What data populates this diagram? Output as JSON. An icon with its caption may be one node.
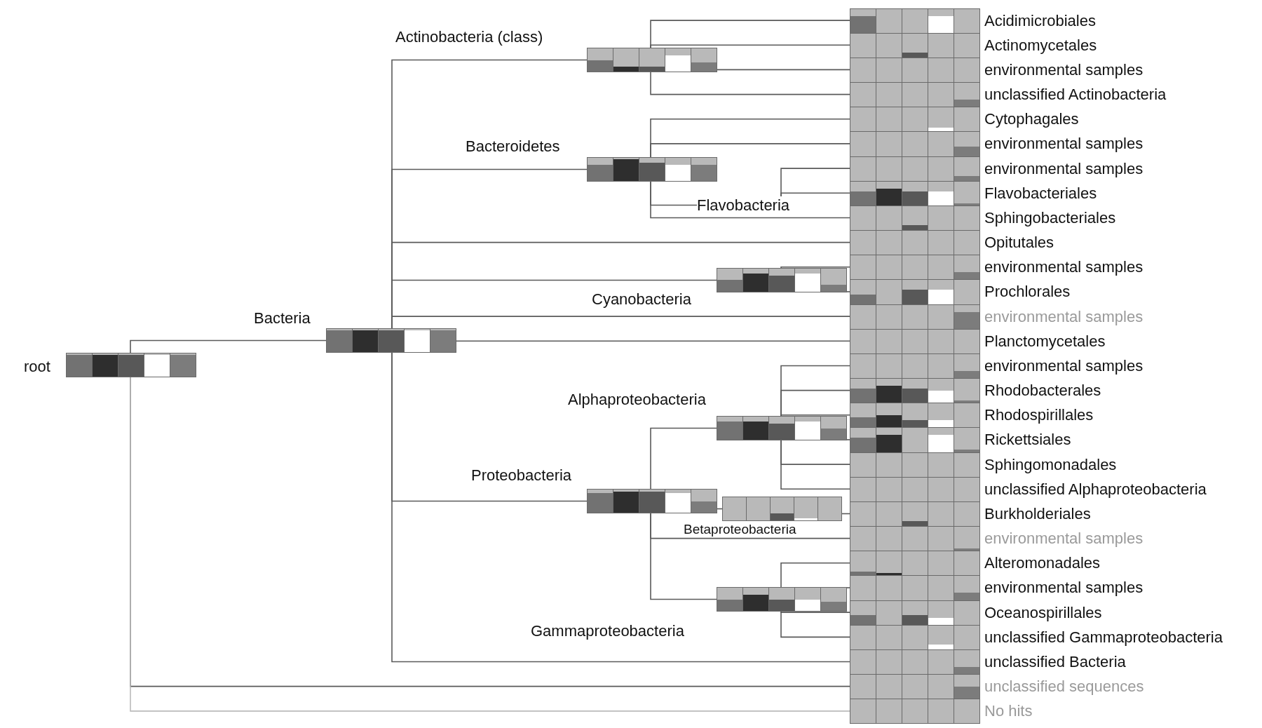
{
  "diagram": {
    "nodes": [
      {
        "text": [
          "root"
        ]
      },
      {
        "text": [
          "Bacteria"
        ]
      },
      {
        "text": [
          "Actinobacteria (class)"
        ]
      },
      {
        "text": [
          "Bacteroidetes"
        ]
      },
      {
        "text": [
          "Flavobacteria"
        ]
      },
      {
        "text": [
          "Cyanobacteria"
        ]
      },
      {
        "text": [
          "Alphaproteobacteria"
        ]
      },
      {
        "text": [
          "Proteobacteria"
        ]
      },
      {
        "text": [
          "Betaproteobacteria"
        ]
      },
      {
        "text": [
          "Gammaproteobacteria"
        ]
      },
      {
        "text": [
          "Acidimicrobiales"
        ]
      },
      {
        "text": [
          "Actinomycetales"
        ]
      },
      {
        "text": [
          "environmental samples"
        ]
      },
      {
        "text": [
          "unclassified Actinobacteria"
        ]
      },
      {
        "text": [
          "Cytophagales"
        ]
      },
      {
        "text": [
          "environmental samples"
        ]
      },
      {
        "text": [
          "environmental samples"
        ]
      },
      {
        "text": [
          "Flavobacteriales"
        ]
      },
      {
        "text": [
          "Sphingobacteriales"
        ]
      },
      {
        "text": [
          "Opitutales"
        ]
      },
      {
        "text": [
          "environmental samples"
        ]
      },
      {
        "text": [
          "Prochlorales"
        ]
      },
      {
        "text": [
          "environmental samples"
        ]
      },
      {
        "text": [
          "Planctomycetales"
        ]
      },
      {
        "text": [
          "environmental samples"
        ]
      },
      {
        "text": [
          "Rhodobacterales"
        ]
      },
      {
        "text": [
          "Rhodospirillales"
        ]
      },
      {
        "text": [
          "Rickettsiales"
        ]
      },
      {
        "text": [
          "Sphingomonadales"
        ]
      },
      {
        "text": [
          "unclassified Alphaproteobacteria"
        ]
      },
      {
        "text": [
          "Burkholderiales"
        ]
      },
      {
        "text": [
          "environmental samples"
        ]
      },
      {
        "text": [
          "Alteromonadales"
        ]
      },
      {
        "text": [
          "environmental samples"
        ]
      },
      {
        "text": [
          "Oceanospirillales"
        ]
      },
      {
        "text": [
          "unclassified Gammaproteobacteria"
        ]
      },
      {
        "text": [
          "unclassified Bacteria"
        ]
      },
      {
        "text": [
          "unclassified sequences"
        ]
      },
      {
        "text": [
          "No hits"
        ]
      }
    ],
    "edges": [
      {
        "from": 0,
        "to": 1,
        "arrow": "none"
      },
      {
        "from": 0,
        "to": 37,
        "arrow": "none"
      },
      {
        "from": 0,
        "to": 38,
        "arrow": "none",
        "color": "#bbbbbb"
      },
      {
        "from": 1,
        "to": 2,
        "arrow": "none"
      },
      {
        "from": 1,
        "to": 3,
        "arrow": "none"
      },
      {
        "from": 1,
        "to": 19,
        "arrow": "none"
      },
      {
        "from": 1,
        "to": 5,
        "arrow": "none"
      },
      {
        "from": 1,
        "to": 22,
        "arrow": "none"
      },
      {
        "from": 1,
        "to": 23,
        "arrow": "none"
      },
      {
        "from": 1,
        "to": 7,
        "arrow": "none"
      },
      {
        "from": 1,
        "to": 36,
        "arrow": "none"
      },
      {
        "from": 2,
        "to": 10,
        "arrow": "none"
      },
      {
        "from": 2,
        "to": 11,
        "arrow": "none"
      },
      {
        "from": 2,
        "to": 12,
        "arrow": "none"
      },
      {
        "from": 2,
        "to": 13,
        "arrow": "none"
      },
      {
        "from": 3,
        "to": 14,
        "arrow": "none"
      },
      {
        "from": 3,
        "to": 15,
        "arrow": "none"
      },
      {
        "from": 3,
        "to": 4,
        "arrow": "none"
      },
      {
        "from": 3,
        "to": 18,
        "arrow": "none"
      },
      {
        "from": 4,
        "to": 16,
        "arrow": "none"
      },
      {
        "from": 4,
        "to": 17,
        "arrow": "none"
      },
      {
        "from": 5,
        "to": 20,
        "arrow": "none"
      },
      {
        "from": 5,
        "to": 21,
        "arrow": "none"
      },
      {
        "from": 7,
        "to": 6,
        "arrow": "none"
      },
      {
        "from": 7,
        "to": 8,
        "arrow": "none"
      },
      {
        "from": 7,
        "to": 31,
        "arrow": "none"
      },
      {
        "from": 7,
        "to": 9,
        "arrow": "none"
      },
      {
        "from": 6,
        "to": 24,
        "arrow": "none"
      },
      {
        "from": 6,
        "to": 25,
        "arrow": "none"
      },
      {
        "from": 6,
        "to": 26,
        "arrow": "none"
      },
      {
        "from": 6,
        "to": 27,
        "arrow": "none"
      },
      {
        "from": 6,
        "to": 28,
        "arrow": "none"
      },
      {
        "from": 6,
        "to": 29,
        "arrow": "none"
      },
      {
        "from": 8,
        "to": 30,
        "arrow": "none"
      },
      {
        "from": 9,
        "to": 32,
        "arrow": "none"
      },
      {
        "from": 9,
        "to": 33,
        "arrow": "none"
      },
      {
        "from": 9,
        "to": 34,
        "arrow": "none"
      },
      {
        "from": 9,
        "to": 35,
        "arrow": "none"
      }
    ]
  }
}
